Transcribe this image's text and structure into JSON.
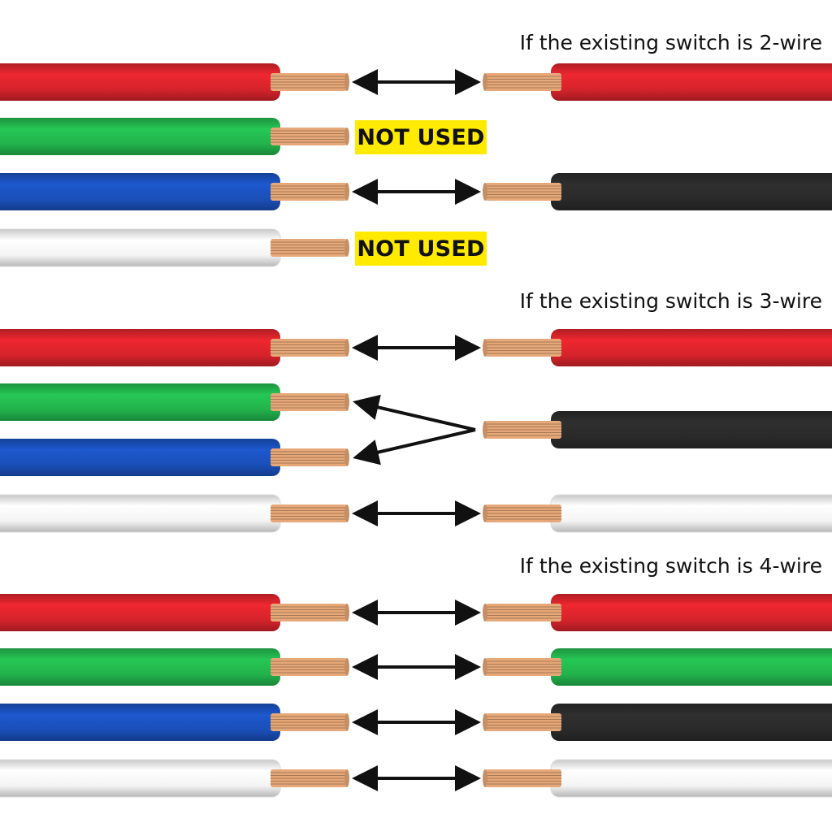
{
  "colors": {
    "red": "#d5232b",
    "green": "#22b24c",
    "blue": "#1a4fb8",
    "white": "#f4f4f4",
    "black": "#2a2a2a",
    "copper": "#e6a878",
    "badge": "#ffea00"
  },
  "sections": [
    {
      "title": "If the existing switch is 2-wire",
      "rows": [
        {
          "left": "red",
          "right": "red",
          "link": "arrow"
        },
        {
          "left": "green",
          "right": null,
          "link": "badge",
          "badge": "NOT USED"
        },
        {
          "left": "blue",
          "right": "black",
          "link": "arrow"
        },
        {
          "left": "white",
          "right": null,
          "link": "badge",
          "badge": "NOT USED"
        }
      ]
    },
    {
      "title": "If the existing switch is 3-wire",
      "rows": [
        {
          "left": "red",
          "right": "red",
          "link": "arrow"
        },
        {
          "left": "green",
          "right": "black",
          "link": "merge"
        },
        {
          "left": "blue",
          "right": null,
          "link": "merge"
        },
        {
          "left": "white",
          "right": "white",
          "link": "arrow"
        }
      ]
    },
    {
      "title": "If the existing switch is 4-wire",
      "rows": [
        {
          "left": "red",
          "right": "red",
          "link": "arrow"
        },
        {
          "left": "green",
          "right": "green",
          "link": "arrow"
        },
        {
          "left": "blue",
          "right": "black",
          "link": "arrow"
        },
        {
          "left": "white",
          "right": "white",
          "link": "arrow"
        }
      ]
    }
  ]
}
